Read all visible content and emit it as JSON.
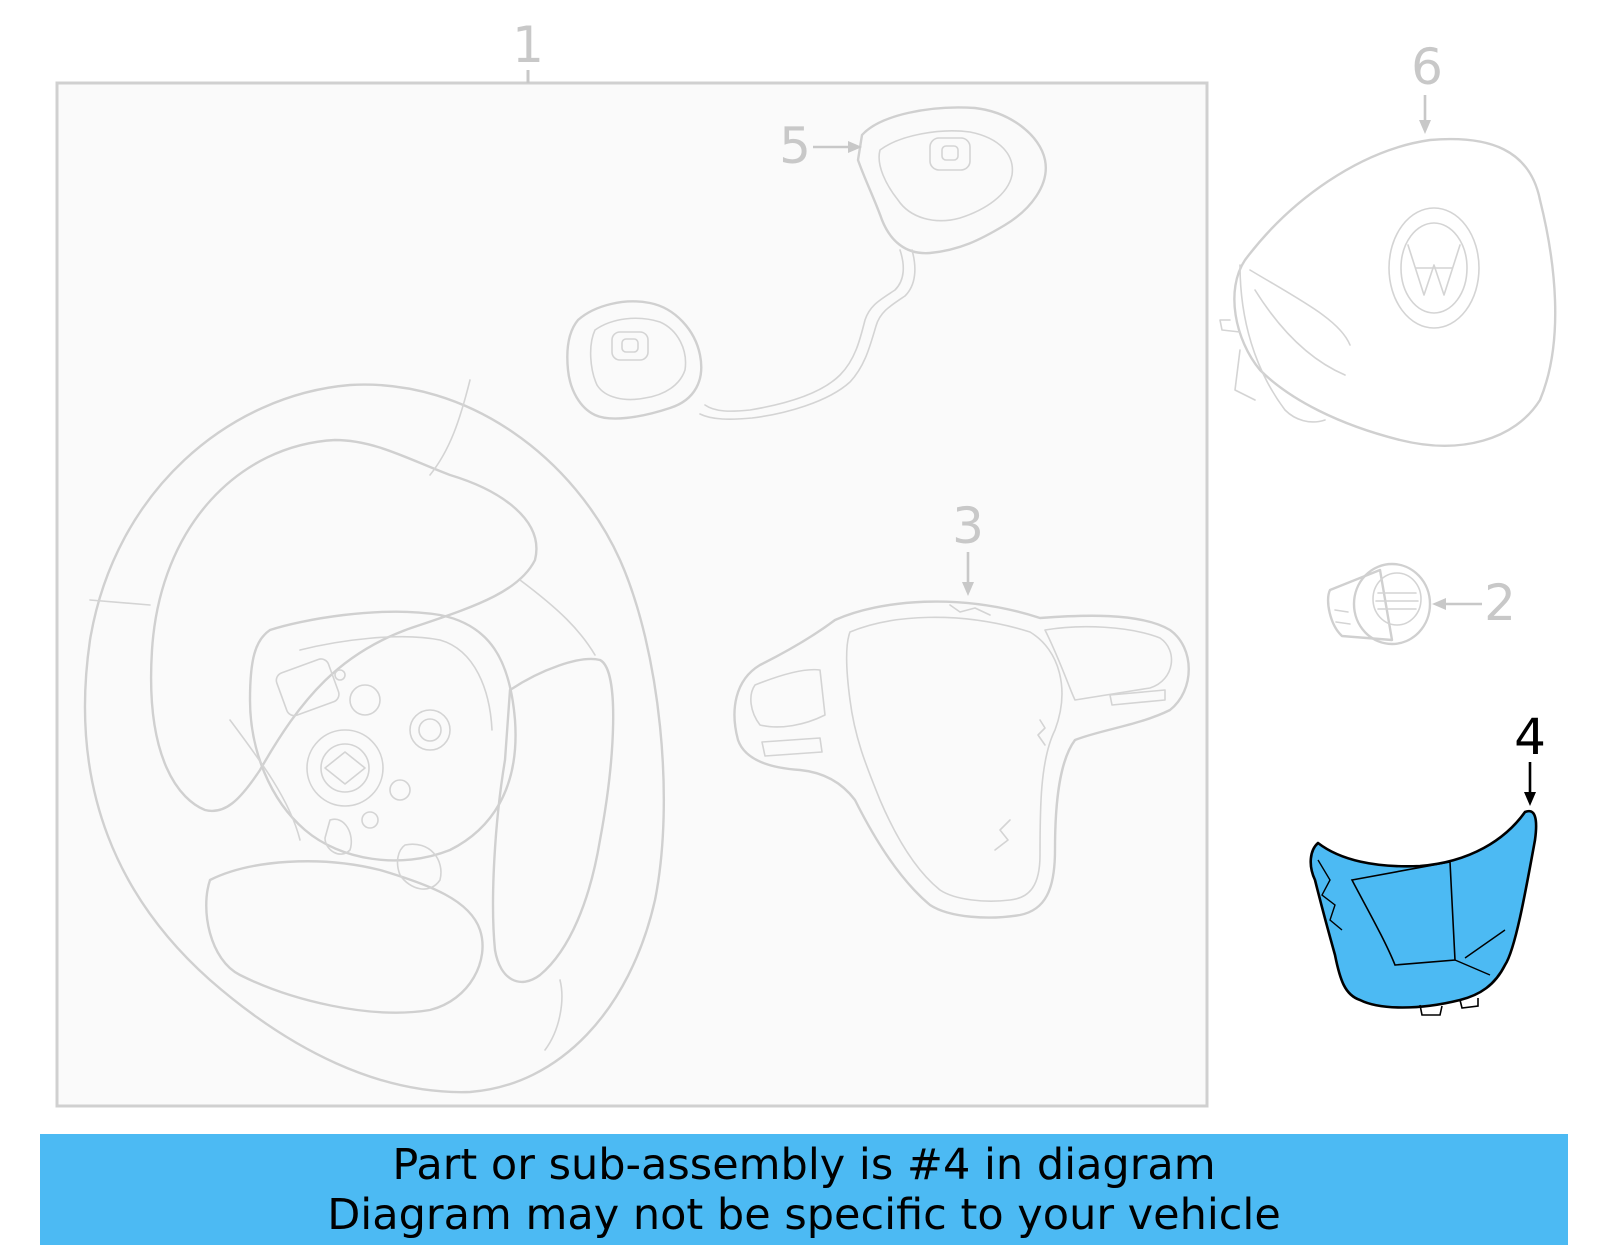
{
  "colors": {
    "highlight": "#4cbaf3",
    "banner_background": "#4cbaf3",
    "inactive_linework": "#d0d0d0",
    "active_linework": "#000000",
    "panel_background": "#fafafa",
    "panel_border": "#d0d0d0"
  },
  "diagram": {
    "callouts": [
      {
        "number": "1",
        "part": "steering-wheel-assembly",
        "highlighted": false
      },
      {
        "number": "2",
        "part": "bushing",
        "highlighted": false
      },
      {
        "number": "3",
        "part": "trim-cover",
        "highlighted": false
      },
      {
        "number": "4",
        "part": "lower-cover",
        "highlighted": true
      },
      {
        "number": "5",
        "part": "control-switch-harness",
        "highlighted": false
      },
      {
        "number": "6",
        "part": "airbag-module",
        "highlighted": false
      }
    ]
  },
  "banner": {
    "line1": "Part or sub-assembly is #4 in diagram",
    "line2": "Diagram may not be specific to your vehicle"
  }
}
